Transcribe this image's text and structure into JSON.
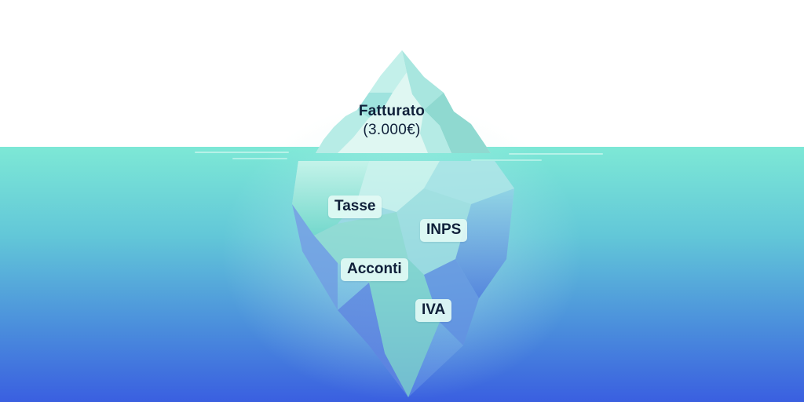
{
  "iceberg": {
    "tip_label": "Fatturato",
    "tip_amount": "(3.000€)",
    "hidden_items": [
      {
        "label": "Tasse"
      },
      {
        "label": "INPS"
      },
      {
        "label": "Acconti"
      },
      {
        "label": "IVA"
      }
    ]
  },
  "colors": {
    "sky": "#ffffff",
    "water_surface": "#7de8d6",
    "water_deep": "#3a5fe0",
    "ice_light": "#e9fbf6",
    "ice_mid": "#9fe3de",
    "label_text": "#10203a",
    "tag_background": "#e2faf4"
  }
}
